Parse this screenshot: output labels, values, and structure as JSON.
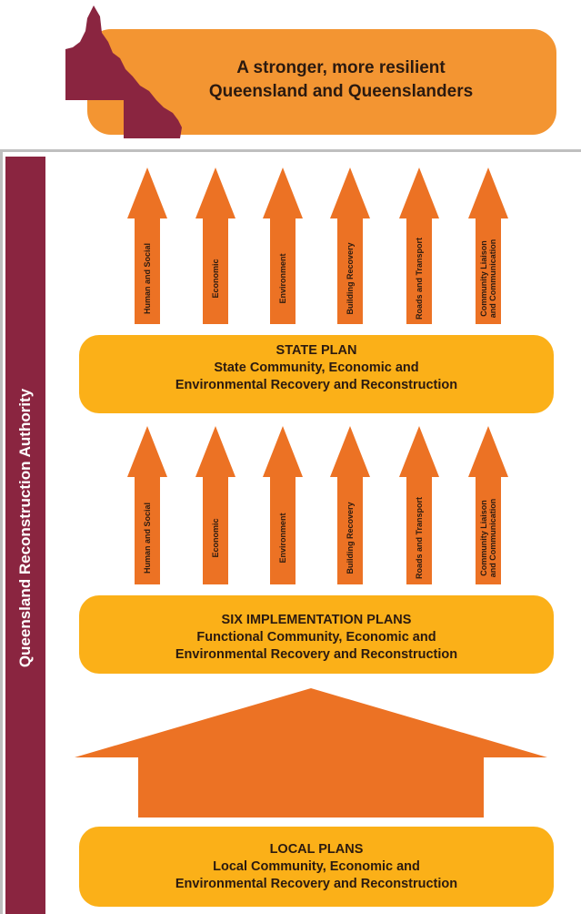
{
  "banner": {
    "line1": "A stronger, more resilient",
    "line2": "Queensland and Queenslanders"
  },
  "side_label": "Queensland Reconstruction Authority",
  "state_plan": {
    "title": "STATE PLAN",
    "line1": "State Community, Economic and",
    "line2": "Environmental Recovery and Reconstruction"
  },
  "implementation_plans": {
    "title": "SIX IMPLEMENTATION PLANS",
    "line1": "Functional Community, Economic and",
    "line2": "Environmental Recovery and Reconstruction"
  },
  "local_plans": {
    "title": "LOCAL PLANS",
    "line1": "Local Community, Economic and",
    "line2": "Environmental Recovery and Reconstruction"
  },
  "upper_arrows": [
    {
      "line1": "Human and Social",
      "line2": ""
    },
    {
      "line1": "Economic",
      "line2": ""
    },
    {
      "line1": "Environment",
      "line2": ""
    },
    {
      "line1": "Building Recovery",
      "line2": ""
    },
    {
      "line1": "Roads and Transport",
      "line2": ""
    },
    {
      "line1": "Community Liaison",
      "line2": "and Communication"
    }
  ],
  "lower_arrows": [
    {
      "line1": "Human and Social",
      "line2": ""
    },
    {
      "line1": "Economic",
      "line2": ""
    },
    {
      "line1": "Environment",
      "line2": ""
    },
    {
      "line1": "Building Recovery",
      "line2": ""
    },
    {
      "line1": "Roads and Transport",
      "line2": ""
    },
    {
      "line1": "Community Liaison",
      "line2": "and Communication"
    }
  ],
  "colors": {
    "banner": "#f39532",
    "plan_box": "#fbb018",
    "arrow": "#ec7224",
    "authority_bar": "#8a2540",
    "map": "#8a2540"
  }
}
